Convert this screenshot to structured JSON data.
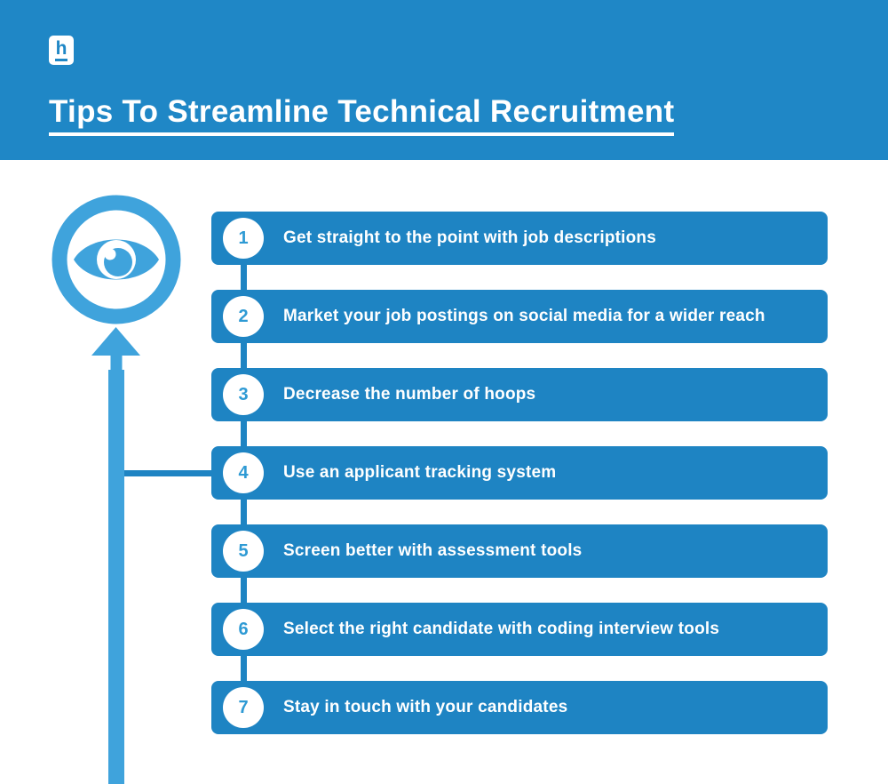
{
  "colors": {
    "header_bg": "#1F87C6",
    "bar_bg": "#1E84C3",
    "accent_light": "#3FA3DC",
    "number_text": "#2E9AD4",
    "text_on_blue": "#ffffff"
  },
  "header": {
    "logo_letter": "h",
    "title": "Tips To Streamline Technical Recruitment"
  },
  "icons": {
    "eye": "eye-icon",
    "arrow": "arrow-up-icon"
  },
  "steps": [
    {
      "number": "1",
      "label": "Get straight to the point with job descriptions"
    },
    {
      "number": "2",
      "label": "Market your job postings on social media for a wider reach"
    },
    {
      "number": "3",
      "label": "Decrease the number of hoops"
    },
    {
      "number": "4",
      "label": "Use an applicant tracking system"
    },
    {
      "number": "5",
      "label": "Screen better with assessment tools"
    },
    {
      "number": "6",
      "label": "Select the right candidate with coding interview tools"
    },
    {
      "number": "7",
      "label": "Stay in touch with your candidates"
    }
  ]
}
